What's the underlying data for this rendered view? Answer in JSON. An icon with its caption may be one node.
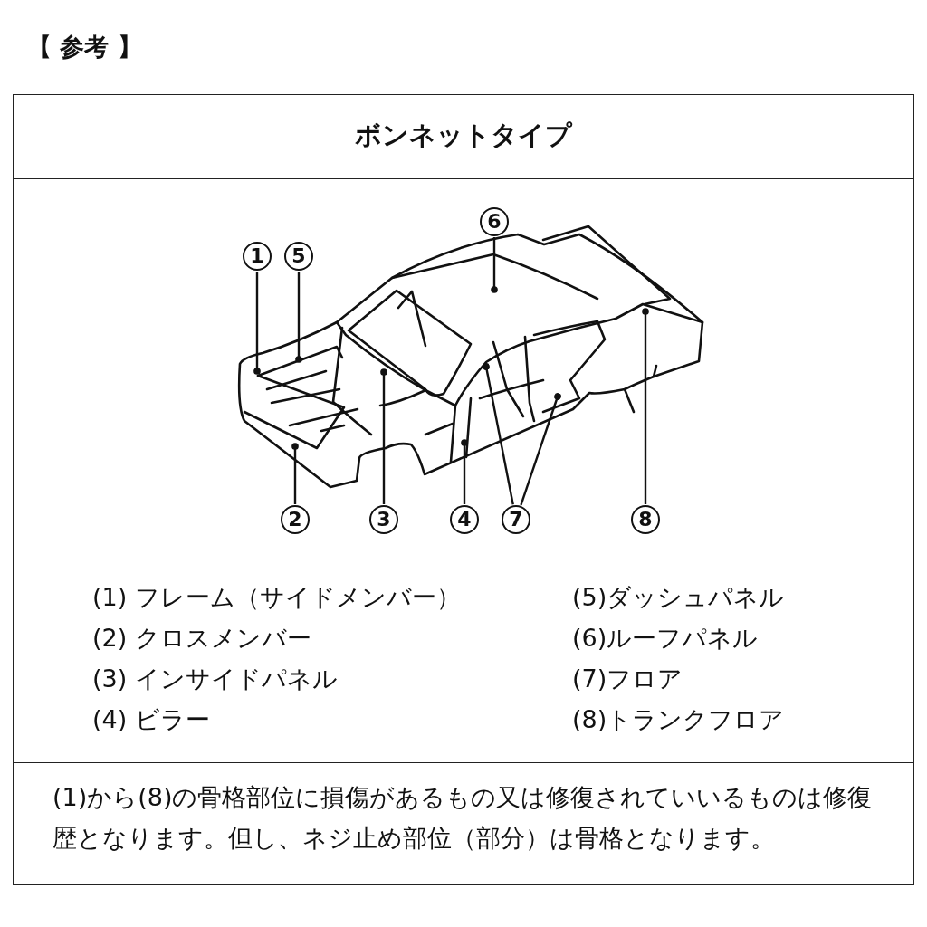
{
  "diagram": {
    "title": "【 参考 】",
    "nodes": [
      {
        "text": [
          "1"
        ]
      },
      {
        "text": [
          "5"
        ]
      },
      {
        "text": [
          "6"
        ]
      },
      {
        "text": [
          "2"
        ]
      },
      {
        "text": [
          "3"
        ]
      },
      {
        "text": [
          "4"
        ]
      },
      {
        "text": [
          "7"
        ]
      },
      {
        "text": [
          "8"
        ]
      }
    ],
    "edges": [
      {
        "from": 0,
        "to": null,
        "arrow": "other"
      },
      {
        "from": 1,
        "to": null,
        "arrow": "other"
      },
      {
        "from": 2,
        "to": null,
        "arrow": "other"
      },
      {
        "from": 3,
        "to": null,
        "arrow": "other"
      },
      {
        "from": 4,
        "to": null,
        "arrow": "other"
      },
      {
        "from": 5,
        "to": null,
        "arrow": "other"
      },
      {
        "from": 6,
        "to": null,
        "arrow": "other"
      },
      {
        "from": 6,
        "to": null,
        "arrow": "other"
      },
      {
        "from": 7,
        "to": null,
        "arrow": "other"
      }
    ],
    "labels": [
      "ボンネットタイプ",
      "(1) フレーム（サイドメンバー）",
      "(5)ダッシュパネル",
      "(2) クロスメンバー",
      "(6)ルーフパネル",
      "(3) インサイドパネル",
      "(7)フロア",
      "(4) ビラー",
      "(8)トランクフロア",
      "(1)から(8)の骨格部位に損傷があるもの又は修復されていいるものは修復歴となります。但し、ネジ止め部位（部分）は骨格となります。"
    ]
  }
}
